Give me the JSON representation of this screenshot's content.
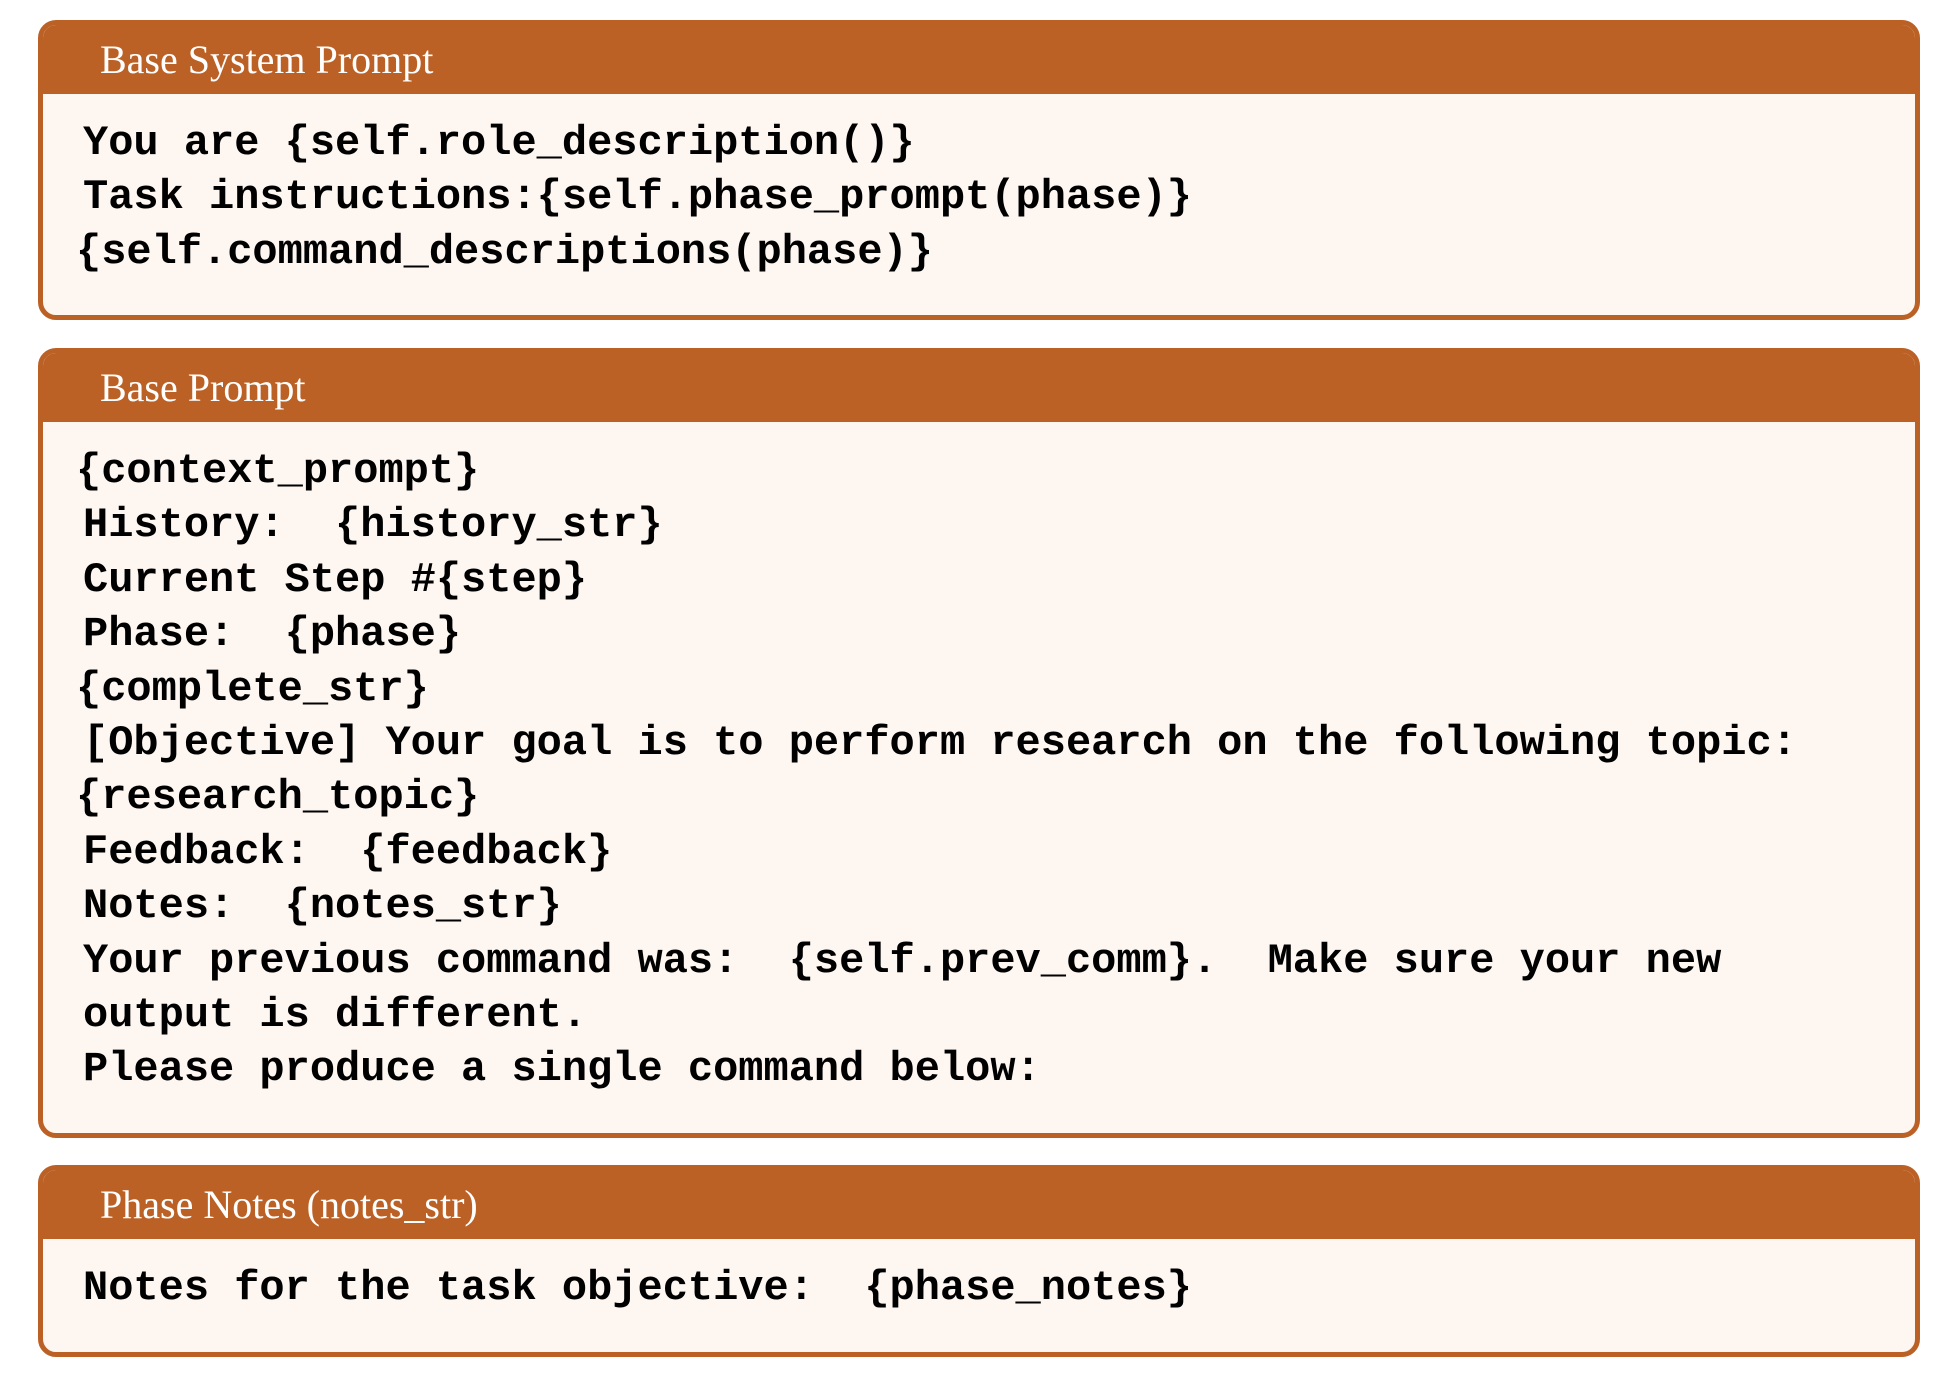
{
  "boxes": [
    {
      "title": "Base System Prompt",
      "lines": [
        "You are {self.role_description()}",
        "Task instructions:{self.phase_prompt(phase)}",
        "{self.command_descriptions(phase)}"
      ]
    },
    {
      "title": "Base Prompt",
      "lines": [
        "{context_prompt}",
        "History:  {history_str}",
        "Current Step #{step}",
        "Phase:  {phase}",
        "{complete_str}",
        "[Objective] Your goal is to perform research on the following topic:",
        "{research_topic}",
        "Feedback:  {feedback}",
        "Notes:  {notes_str}",
        "Your previous command was:  {self.prev_comm}.  Make sure your new",
        "output is different.",
        "Please produce a single command below:"
      ]
    },
    {
      "title": "Phase Notes (notes_str)",
      "lines": [
        "Notes for the task objective:  {phase_notes}"
      ]
    }
  ],
  "colors": {
    "accent": "#bc6126",
    "panel_background": "#fdf6f1",
    "title_text": "#ffffff",
    "body_text": "#000000"
  }
}
